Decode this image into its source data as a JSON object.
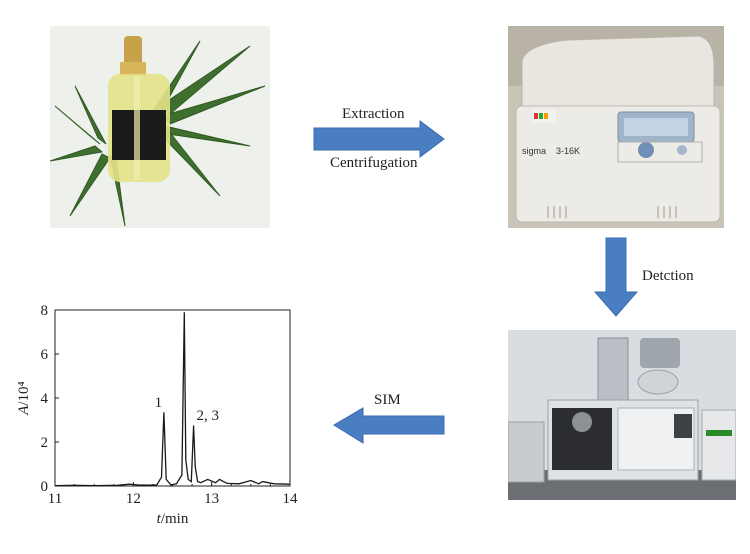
{
  "arrows": {
    "step1_top": "Extraction",
    "step1_bottom": "Centrifugation",
    "step2": "Detction",
    "step3": "SIM"
  },
  "images": {
    "sample": "cannabis-oil-bottle-with-hemp-leaves",
    "centrifuge": "sigma-3-16k-centrifuge",
    "gcms": "gc-ms-instrument"
  },
  "centrifuge_brand": "sigma",
  "centrifuge_model": "3-16K",
  "colors": {
    "arrow": "#4a7ec2",
    "arrow_edge": "#3a6aad",
    "trace": "#1a1a1a"
  },
  "chart_data": {
    "type": "line",
    "xlabel": "t/min",
    "ylabel": "A/10⁴",
    "xlim": [
      11,
      14
    ],
    "ylim": [
      0,
      8
    ],
    "xticks": [
      "11",
      "12",
      "13",
      "14"
    ],
    "yticks": [
      "0",
      "2",
      "4",
      "6",
      "8"
    ],
    "grid": false,
    "series": [
      {
        "x": [
          11.0,
          11.25,
          11.5,
          11.8,
          11.95,
          12.05,
          12.2,
          12.3,
          12.36,
          12.39,
          12.42,
          12.48,
          12.55,
          12.62,
          12.65,
          12.67,
          12.7,
          12.74,
          12.77,
          12.79,
          12.82,
          12.86,
          12.95,
          13.05,
          13.1,
          13.15,
          13.2,
          13.35,
          13.5,
          13.6,
          13.65,
          13.8,
          14.0
        ],
        "y": [
          0.02,
          0.03,
          0.02,
          0.03,
          0.08,
          0.05,
          0.04,
          0.05,
          0.4,
          3.35,
          0.3,
          0.05,
          0.1,
          0.5,
          7.9,
          1.2,
          0.3,
          0.2,
          2.75,
          0.9,
          0.2,
          0.15,
          0.3,
          0.15,
          0.3,
          0.2,
          0.12,
          0.1,
          0.25,
          0.1,
          0.2,
          0.1,
          0.08
        ]
      }
    ],
    "annotations": [
      {
        "text": "1",
        "x": 12.32,
        "y": 3.6
      },
      {
        "text": "2, 3",
        "x": 12.95,
        "y": 3.0
      }
    ]
  }
}
